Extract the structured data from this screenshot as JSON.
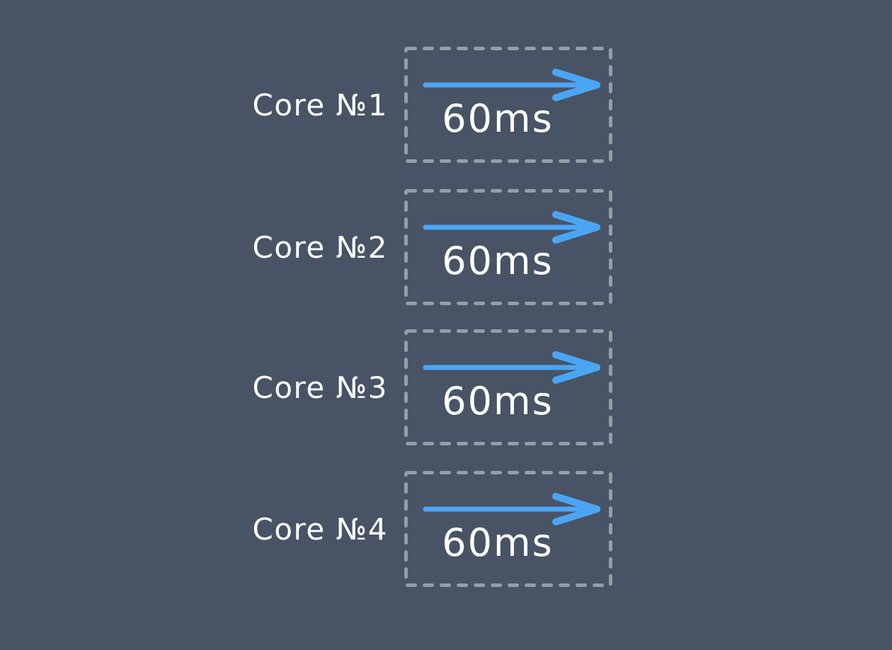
{
  "colors": {
    "background": "#485465",
    "box_border": "#929EA9",
    "arrow": "#4BA5F5",
    "text": "#FFFFFF"
  },
  "rows": [
    {
      "label": "Core №1",
      "duration": "60ms"
    },
    {
      "label": "Core №2",
      "duration": "60ms"
    },
    {
      "label": "Core №3",
      "duration": "60ms"
    },
    {
      "label": "Core №4",
      "duration": "60ms"
    }
  ]
}
